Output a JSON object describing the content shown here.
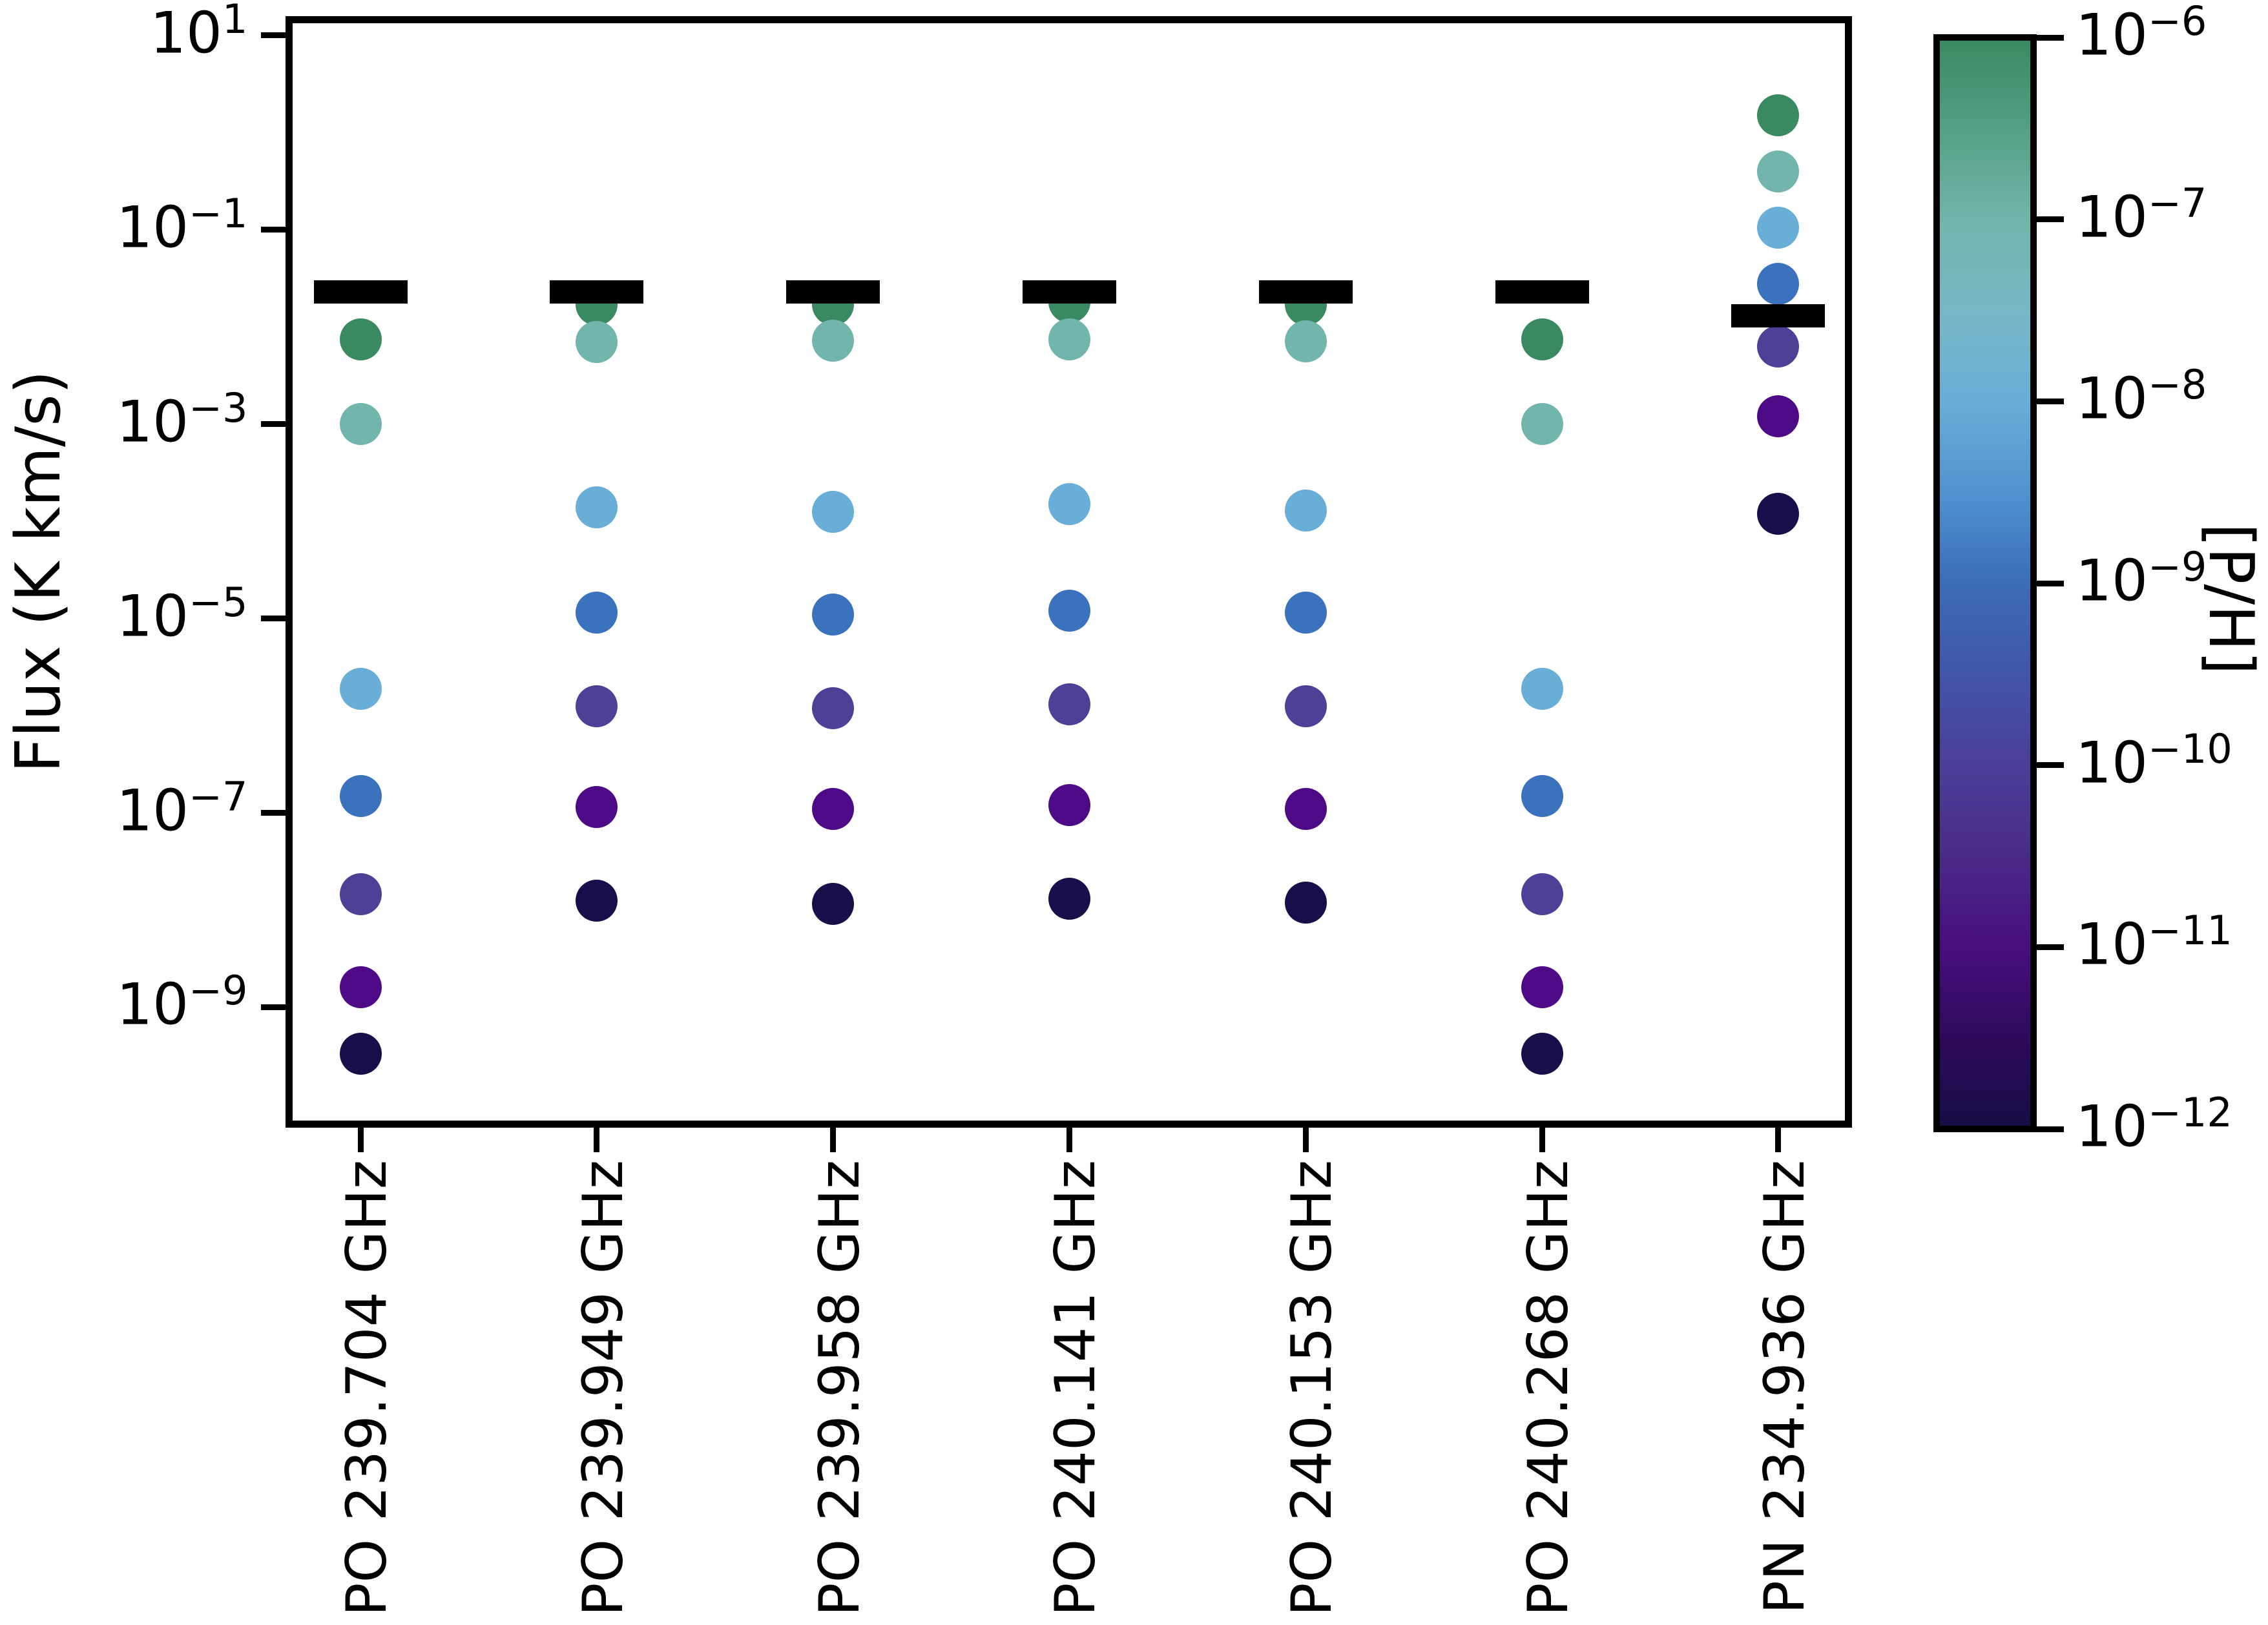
{
  "figure": {
    "ylabel": "Flux (K km/s)",
    "xlabel": "",
    "title": ""
  },
  "chart_data": {
    "type": "scatter",
    "title": "",
    "xlabel": "",
    "ylabel": "Flux (K km/s)",
    "y_scale": "log",
    "y_axis_tick_exponents": [
      1,
      -1,
      -3,
      -5,
      -7,
      -9
    ],
    "ylim_log10": [
      -10.2,
      1.166
    ],
    "categories": [
      "PO 239.704 GHz",
      "PO 239.949 GHz",
      "PO 239.958 GHz",
      "PO 240.141 GHz",
      "PO 240.153 GHz",
      "PO 240.268 GHz",
      "PN 234.936 GHz"
    ],
    "abundance_exponents": [
      -6,
      -7,
      -8,
      -9,
      -10,
      -11,
      -12
    ],
    "abundance_colors": [
      "#3a8a61",
      "#72b5ac",
      "#68aed6",
      "#3b72bd",
      "#4c4097",
      "#4e0a86",
      "#180f4a"
    ],
    "upper_limit_color": "#000000",
    "series": [
      {
        "label": "PO 239.704 GHz",
        "upper_limit": 0.023,
        "fluxes": [
          0.0075,
          0.001,
          1.9e-06,
          1.5e-07,
          1.45e-08,
          1.6e-09,
          3.3e-10
        ]
      },
      {
        "label": "PO 239.949 GHz",
        "upper_limit": 0.023,
        "fluxes": [
          0.017,
          0.007,
          0.00014,
          1.15e-05,
          1.25e-06,
          1.15e-07,
          1.25e-08
        ]
      },
      {
        "label": "PO 239.958 GHz",
        "upper_limit": 0.023,
        "fluxes": [
          0.017,
          0.0072,
          0.000125,
          1.1e-05,
          1.2e-06,
          1.1e-07,
          1.15e-08
        ]
      },
      {
        "label": "PO 240.141 GHz",
        "upper_limit": 0.023,
        "fluxes": [
          0.018,
          0.0074,
          0.00015,
          1.2e-05,
          1.3e-06,
          1.2e-07,
          1.3e-08
        ]
      },
      {
        "label": "PO 240.153 GHz",
        "upper_limit": 0.023,
        "fluxes": [
          0.017,
          0.0071,
          0.00013,
          1.15e-05,
          1.25e-06,
          1.1e-07,
          1.2e-08
        ]
      },
      {
        "label": "PO 240.268 GHz",
        "upper_limit": 0.023,
        "fluxes": [
          0.0075,
          0.001,
          1.9e-06,
          1.5e-07,
          1.45e-08,
          1.6e-09,
          3.3e-10
        ]
      },
      {
        "label": "PN 234.936 GHz",
        "upper_limit": 0.013,
        "fluxes": [
          1.5,
          0.4,
          0.105,
          0.028,
          0.0063,
          0.0012,
          0.00012
        ]
      }
    ],
    "colorbar": {
      "label": "[P/H]",
      "tick_exponents": [
        -6,
        -7,
        -8,
        -9,
        -10,
        -11,
        -12
      ],
      "top_value": 1e-06,
      "bottom_value": 1e-12,
      "gradient_stops": [
        {
          "pos": 0.0,
          "color": "#3a8a61"
        },
        {
          "pos": 0.083,
          "color": "#55a086"
        },
        {
          "pos": 0.167,
          "color": "#72b5ac"
        },
        {
          "pos": 0.25,
          "color": "#77b7c6"
        },
        {
          "pos": 0.333,
          "color": "#68aed6"
        },
        {
          "pos": 0.417,
          "color": "#4f93cf"
        },
        {
          "pos": 0.5,
          "color": "#3b6cb8"
        },
        {
          "pos": 0.583,
          "color": "#4156a8"
        },
        {
          "pos": 0.667,
          "color": "#4b3f97"
        },
        {
          "pos": 0.75,
          "color": "#4a2b87"
        },
        {
          "pos": 0.833,
          "color": "#470f7e"
        },
        {
          "pos": 0.917,
          "color": "#2f0a5c"
        },
        {
          "pos": 1.0,
          "color": "#170d45"
        }
      ]
    }
  }
}
